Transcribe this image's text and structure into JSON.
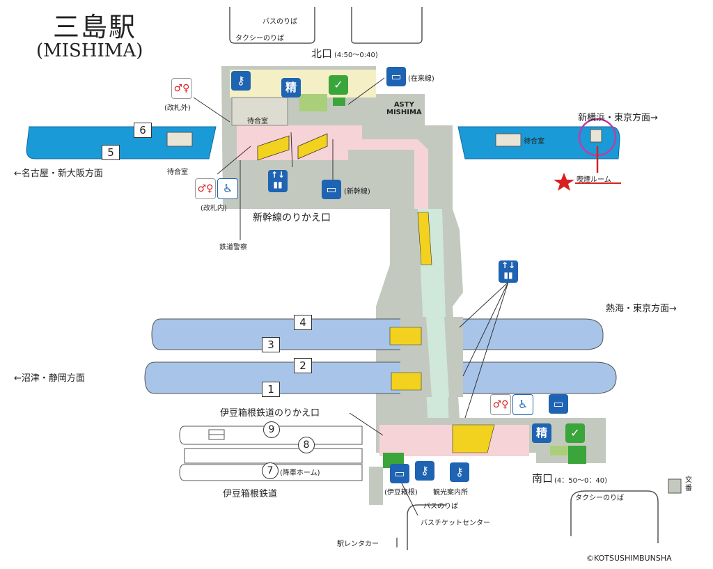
{
  "title": {
    "main": "三島駅",
    "sub": "(MISHIMA)"
  },
  "north": {
    "exit_label": "北口",
    "exit_hours": "(4:50〜0:40)",
    "bus_stop": "バスのりば",
    "taxi_stop": "タクシーのりば",
    "asty": "ASTY\nMISHIMA",
    "restroom_outside": "(改札外)",
    "restroom_inside": "(改札内)",
    "waiting_room": "待合室",
    "waiting_room_west": "待合室",
    "waiting_room_east": "待合室",
    "zairaisen_ticket": "(在来線)",
    "shinkansen_ticket": "(新幹線)",
    "transfer_shinkansen": "新幹線のりかえ口",
    "police": "鉄道警察"
  },
  "shinkansen": {
    "platform_6": "6",
    "platform_5": "5",
    "dir_west": "←名古屋・新大阪方面",
    "dir_east": "新横浜・東京方面→",
    "smoking_room": "喫煙ルーム"
  },
  "conventional": {
    "platform_4": "4",
    "platform_3": "3",
    "platform_2": "2",
    "platform_1": "1",
    "dir_east": "熱海・東京方面→",
    "dir_west": "←沼津・静岡方面"
  },
  "izuhakone": {
    "transfer": "伊豆箱根鉄道のりかえ口",
    "platform_9": "9",
    "platform_8": "8",
    "platform_7": "7",
    "platform_7_note": "(降車ホーム)",
    "line_name": "伊豆箱根鉄道",
    "ticket": "(伊豆箱根)"
  },
  "south": {
    "exit_label": "南口",
    "exit_hours": "(4：50〜0：40)",
    "taxi_stop": "タクシーのりば",
    "koban": "交番",
    "tourist_info": "観光案内所",
    "bus_stop": "バスのりば",
    "bus_ticket": "バスチケットセンター",
    "rent_a_car": "駅レンタカー"
  },
  "icons": {
    "seisan": "精",
    "elevator_arrows": "↑↓"
  },
  "copyright": "©KOTSUSHIMBUNSHA",
  "colors": {
    "shinkansen_platform": "#1a9ad6",
    "conventional_platform": "#a8c4e8",
    "concourse_gray": "#c3c9bf",
    "concourse_pink": "#f6d3d6",
    "concourse_mint": "#cfe8d9",
    "escalator_yellow": "#f2d21f",
    "icon_blue": "#1f63b3",
    "icon_green": "#3aa53a",
    "smoking_highlight": "#c23aa8",
    "star_red": "#d82020"
  }
}
